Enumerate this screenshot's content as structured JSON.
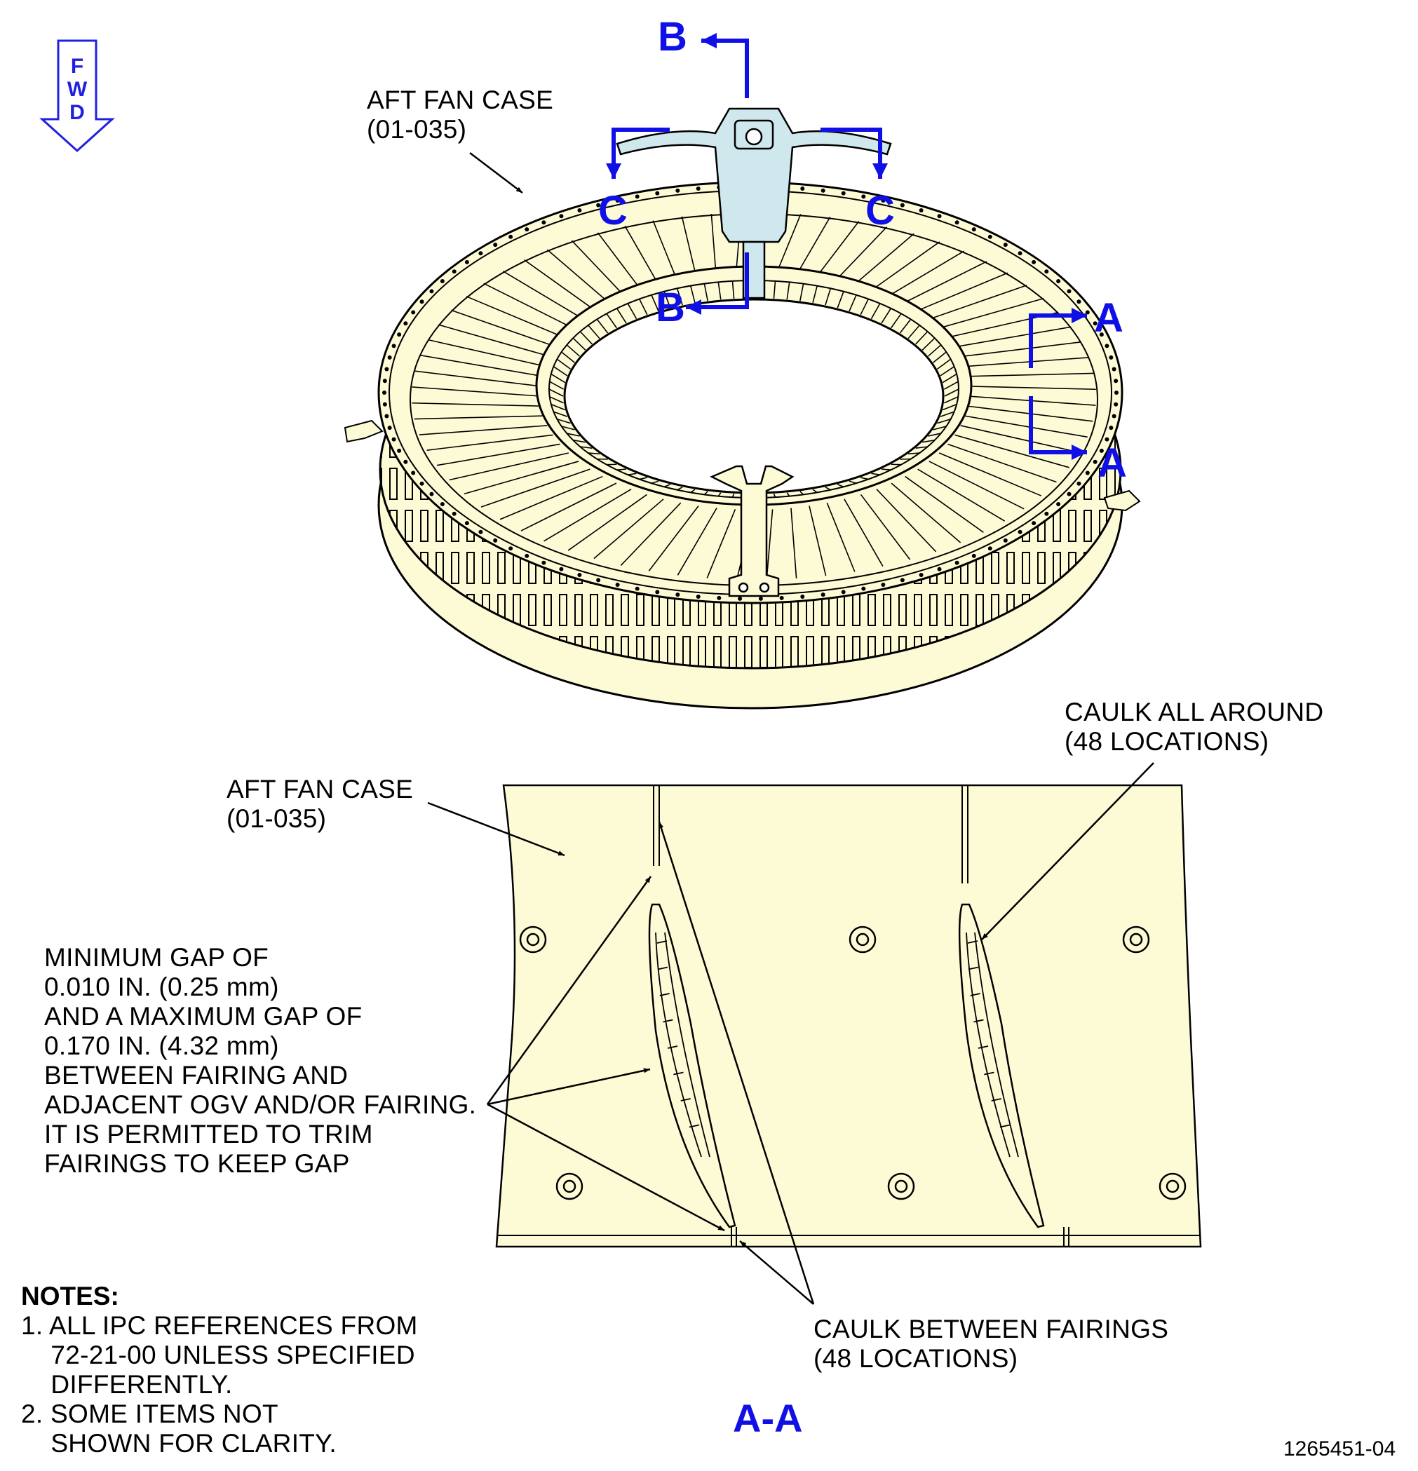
{
  "fwd_indicator": {
    "letters": [
      "F",
      "W",
      "D"
    ],
    "icon": "fwd-arrow-icon"
  },
  "section_markers": {
    "b_top": "B",
    "b_bottom": "B",
    "c_left": "C",
    "c_right": "C",
    "a_top": "A",
    "a_bottom": "A"
  },
  "colors": {
    "part_fill": "#fdfbd6",
    "bracket_fill": "#cfe8ee",
    "section_marker": "#1010e6",
    "line": "#000000"
  },
  "labels": {
    "aft_fan_case_top": "AFT FAN CASE\n(01-035)",
    "aft_fan_case_detail": "AFT FAN CASE\n(01-035)",
    "caulk_all_around": "CAULK ALL AROUND\n(48 LOCATIONS)",
    "gap_note": "MINIMUM GAP OF\n0.010 IN. (0.25 mm)\nAND A MAXIMUM GAP OF\n0.170 IN. (4.32 mm)\nBETWEEN FAIRING AND\nADJACENT OGV AND/OR FAIRING.\nIT IS PERMITTED TO TRIM\nFAIRINGS TO KEEP GAP",
    "caulk_between": "CAULK BETWEEN FAIRINGS\n(48 LOCATIONS)"
  },
  "notes": {
    "title": "NOTES:",
    "items": [
      "1. ALL IPC REFERENCES FROM\n    72-21-00 UNLESS SPECIFIED\n    DIFFERENTLY.",
      "2. SOME ITEMS NOT\n    SHOWN FOR CLARITY."
    ]
  },
  "view_title": "A-A",
  "figure_number": "1265451-04"
}
